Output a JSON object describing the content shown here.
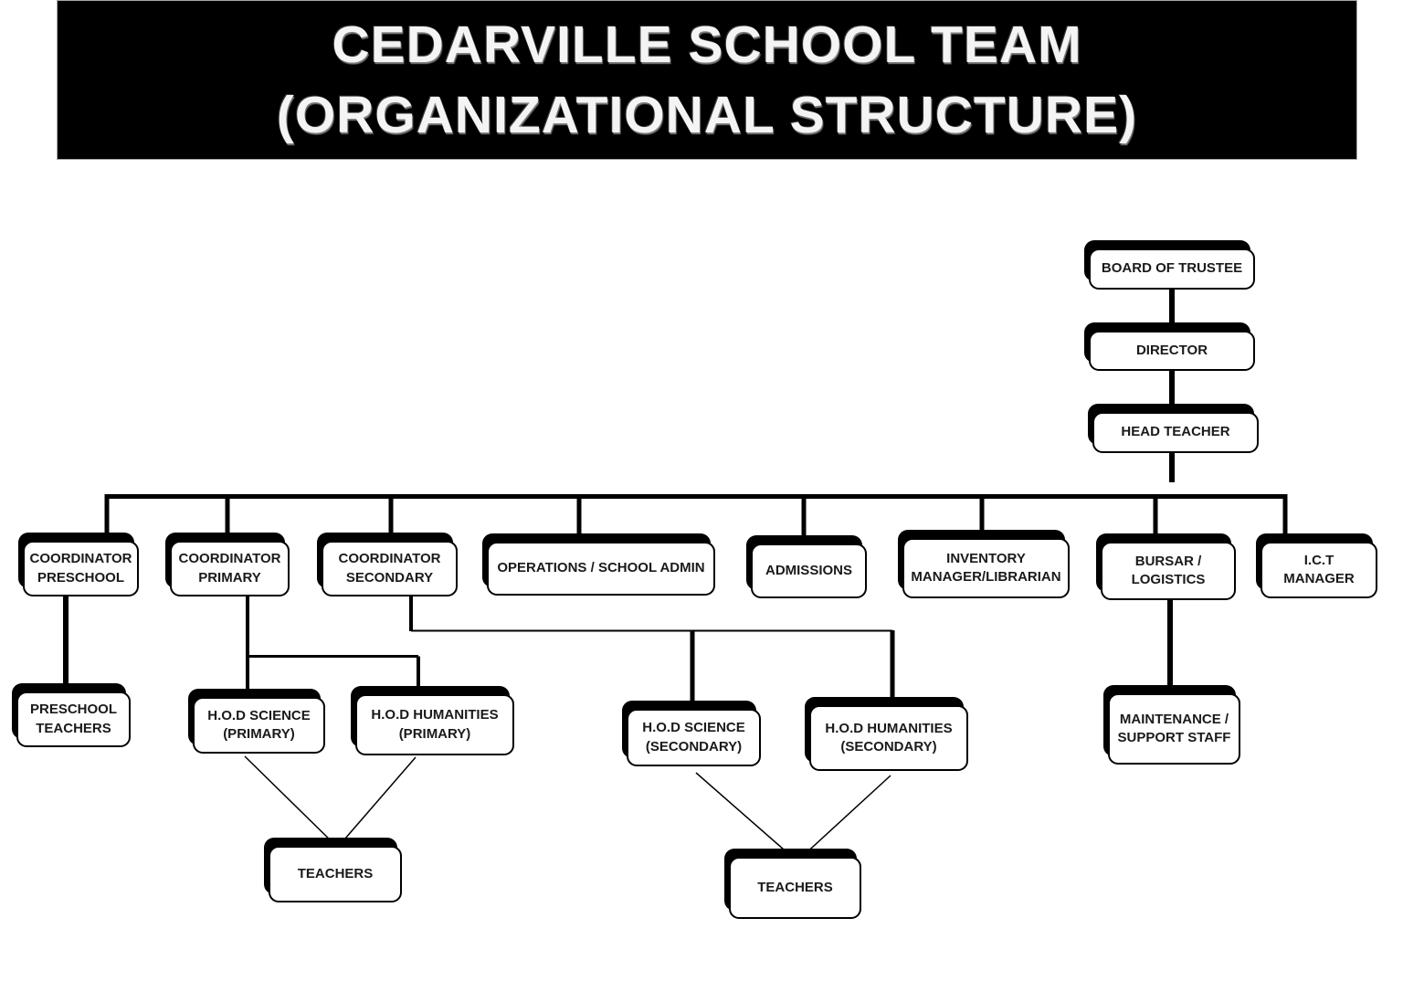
{
  "title": {
    "line1": "CEDARVILLE SCHOOL TEAM",
    "line2": "(ORGANIZATIONAL STRUCTURE)"
  },
  "colors": {
    "banner_bg": "#000000",
    "banner_text": "#f4f4f4",
    "box_bg": "#ffffff",
    "box_border": "#000000",
    "box_text": "#1a1a1a",
    "connector": "#000000"
  },
  "nodes": {
    "board_of_trustee": "BOARD OF TRUSTEE",
    "director": "DIRECTOR",
    "head_teacher": "HEAD TEACHER",
    "coordinator_preschool": "COORDINATOR\nPRESCHOOL",
    "coordinator_primary": "COORDINATOR\nPRIMARY",
    "coordinator_secondary": "COORDINATOR\nSECONDARY",
    "operations_school_admin": "OPERATIONS / SCHOOL ADMIN",
    "admissions": "ADMISSIONS",
    "inventory_manager_librarian": "INVENTORY\nMANAGER/LIBRARIAN",
    "bursar_logistics": "BURSAR /\nLOGISTICS",
    "ict_manager": "I.C.T\nMANAGER",
    "preschool_teachers": "PRESCHOOL\nTEACHERS",
    "hod_science_primary": "H.O.D SCIENCE\n(PRIMARY)",
    "hod_humanities_primary": "H.O.D HUMANITIES\n(PRIMARY)",
    "hod_science_secondary": "H.O.D SCIENCE\n(SECONDARY)",
    "hod_humanities_secondary": "H.O.D HUMANITIES\n(SECONDARY)",
    "maintenance_support_staff": "MAINTENANCE /\nSUPPORT STAFF",
    "teachers_primary": "TEACHERS",
    "teachers_secondary": "TEACHERS"
  },
  "edges": [
    {
      "from": "board_of_trustee",
      "to": "director"
    },
    {
      "from": "director",
      "to": "head_teacher"
    },
    {
      "from": "head_teacher",
      "to": "coordinator_preschool"
    },
    {
      "from": "head_teacher",
      "to": "coordinator_primary"
    },
    {
      "from": "head_teacher",
      "to": "coordinator_secondary"
    },
    {
      "from": "head_teacher",
      "to": "operations_school_admin"
    },
    {
      "from": "head_teacher",
      "to": "admissions"
    },
    {
      "from": "head_teacher",
      "to": "inventory_manager_librarian"
    },
    {
      "from": "head_teacher",
      "to": "bursar_logistics"
    },
    {
      "from": "head_teacher",
      "to": "ict_manager"
    },
    {
      "from": "coordinator_preschool",
      "to": "preschool_teachers"
    },
    {
      "from": "coordinator_primary",
      "to": "hod_science_primary"
    },
    {
      "from": "coordinator_primary",
      "to": "hod_humanities_primary"
    },
    {
      "from": "coordinator_secondary",
      "to": "hod_science_secondary"
    },
    {
      "from": "coordinator_secondary",
      "to": "hod_humanities_secondary"
    },
    {
      "from": "hod_science_primary",
      "to": "teachers_primary"
    },
    {
      "from": "hod_humanities_primary",
      "to": "teachers_primary"
    },
    {
      "from": "hod_science_secondary",
      "to": "teachers_secondary"
    },
    {
      "from": "hod_humanities_secondary",
      "to": "teachers_secondary"
    },
    {
      "from": "bursar_logistics",
      "to": "maintenance_support_staff"
    }
  ]
}
